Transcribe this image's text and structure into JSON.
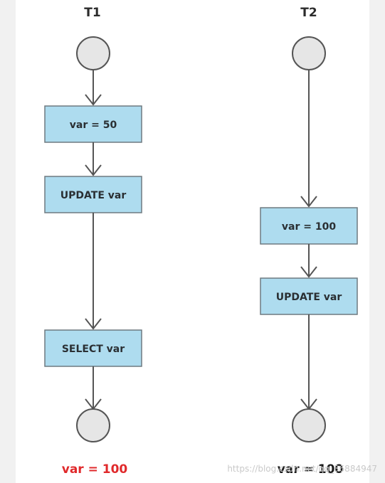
{
  "lanes": {
    "t1": {
      "title": "T1",
      "steps": [
        "var = 50",
        "UPDATE var",
        "SELECT var"
      ],
      "result": "var = 100"
    },
    "t2": {
      "title": "T2",
      "steps": [
        "var = 100",
        "UPDATE var"
      ],
      "result": "var = 100"
    }
  },
  "watermark": "https://blog.csdn.net/qq_36884947",
  "colors": {
    "box_fill": "#aedcef",
    "box_stroke": "#6f7a80",
    "circle_fill": "#e6e6e6",
    "circle_stroke": "#555555",
    "line": "#555555",
    "result_highlight": "#e0292b"
  }
}
